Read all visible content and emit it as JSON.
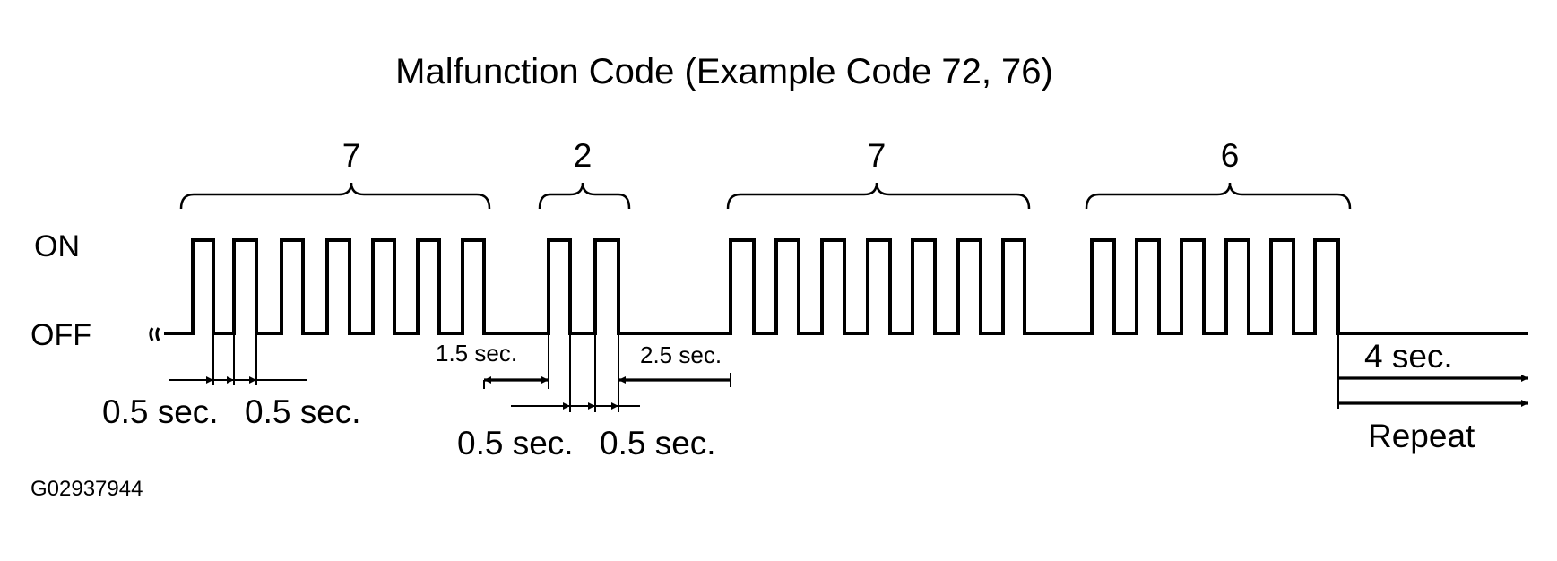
{
  "title": "Malfunction Code (Example Code 72, 76)",
  "state_on": "ON",
  "state_off": "OFF",
  "groups": [
    {
      "digit": "7",
      "pulses": 7
    },
    {
      "digit": "2",
      "pulses": 2
    },
    {
      "digit": "7",
      "pulses": 7
    },
    {
      "digit": "6",
      "pulses": 6
    }
  ],
  "timings": {
    "pulse_a": "0.5 sec.",
    "pulse_b": "0.5 sec.",
    "digit_gap": "1.5 sec.",
    "code_gap": "2.5 sec.",
    "end_gap": "4 sec.",
    "repeat": "Repeat"
  },
  "figure_id": "G02937944"
}
